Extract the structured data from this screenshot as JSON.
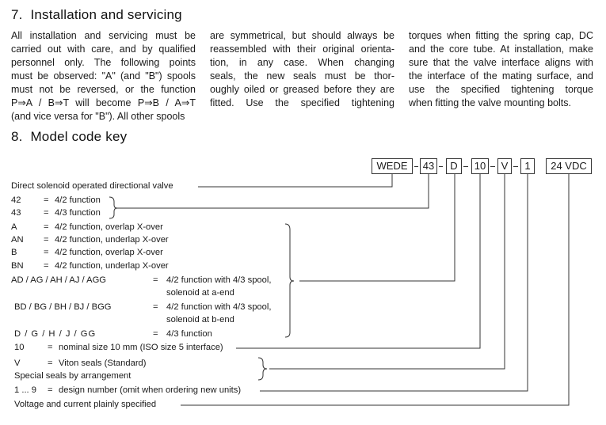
{
  "section7": {
    "number": "7.",
    "title": "Installation and servicing",
    "col1": [
      "All installation and servicing must be",
      "carried out with care, and by qualified",
      "personnel only. The following points",
      "must be observed: \"A\" (and \"B\") spools",
      "must not be reversed, or the function",
      "P⇒A / B⇒T will become P⇒B / A⇒T",
      "(and vice versa for \"B\"). All other spools"
    ],
    "col2": [
      "are symmetrical, but should always be",
      "reassembled with their original orienta-",
      "tion, in any case. When changing",
      "seals, the new seals must be thor-",
      "oughly oiled or greased before they are",
      "fitted. Use the specified tightening"
    ],
    "col3": [
      "torques when fitting the spring cap, DC",
      "and the core tube. At installation, make",
      "sure that the valve interface aligns with",
      "the interface of the mating surface, and",
      "use the specified tightening torque",
      "when fitting the valve mounting bolts."
    ]
  },
  "section8": {
    "number": "8.",
    "title": "Model code key",
    "code": [
      "WEDE",
      "43",
      "D",
      "10",
      "V",
      "1",
      "24 VDC"
    ],
    "rows": [
      {
        "code": "Direct solenoid operated directional valve",
        "eq": "",
        "desc": ""
      },
      {
        "code": "42",
        "eq": "=",
        "desc": "4/2 function"
      },
      {
        "code": "43",
        "eq": "=",
        "desc": "4/3 function"
      },
      {
        "code": "A",
        "eq": "=",
        "desc": "4/2 function, overlap X-over"
      },
      {
        "code": "AN",
        "eq": "=",
        "desc": "4/2 function, underlap X-over"
      },
      {
        "code": "B",
        "eq": "=",
        "desc": "4/2 function, overlap X-over"
      },
      {
        "code": "BN",
        "eq": "=",
        "desc": "4/2 function, underlap X-over"
      },
      {
        "code": "AD / AG / AH / AJ / AGG",
        "eq": "=",
        "desc": "4/2 function with 4/3 spool,",
        "desc2": "solenoid at a-end"
      },
      {
        "code": "BD / BG / BH / BJ / BGG",
        "eq": "=",
        "desc": "4/2 function with 4/3 spool,",
        "desc2": "solenoid at b-end"
      },
      {
        "code": "D / G / H / J / GG",
        "eq": "=",
        "desc": "4/3 function"
      },
      {
        "code": "10",
        "eq": "=",
        "desc": "nominal size 10 mm (ISO size 5 interface)"
      },
      {
        "code": "V",
        "eq": "=",
        "desc": "Viton seals (Standard)"
      },
      {
        "code": "Special seals by arrangement",
        "eq": "",
        "desc": ""
      },
      {
        "code": "1 ... 9",
        "eq": "=",
        "desc": "design number (omit when ordering new units)"
      },
      {
        "code": "Voltage and current plainly specified",
        "eq": "",
        "desc": ""
      }
    ]
  }
}
